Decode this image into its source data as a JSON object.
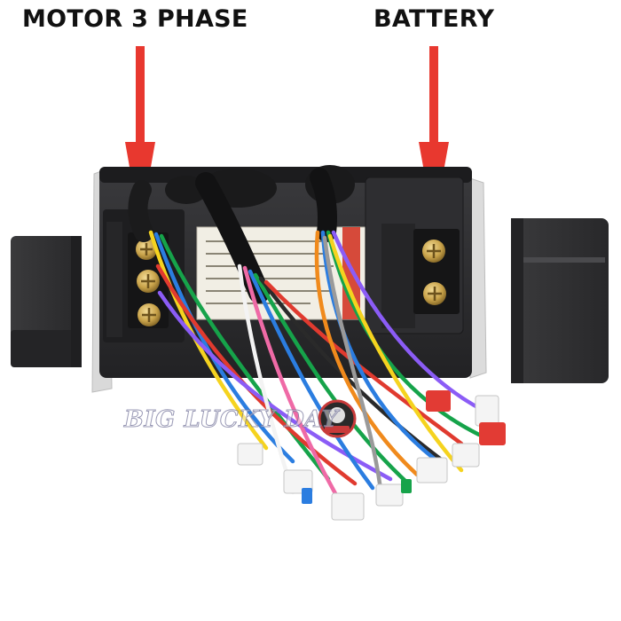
{
  "labels": {
    "motor": "MOTOR 3 PHASE",
    "battery": "BATTERY"
  },
  "watermark": {
    "text": "BIG LUCKY DAY"
  },
  "colors": {
    "arrow": "#e8382f",
    "housing": "#2b2b2d",
    "cover": "#2f2f31",
    "terminal": "#c9a34a"
  },
  "objects": [
    "controller-housing",
    "left-terminal-cover",
    "right-terminal-cover",
    "motor-phase-terminals",
    "battery-terminals",
    "wire-harness",
    "connectors"
  ]
}
